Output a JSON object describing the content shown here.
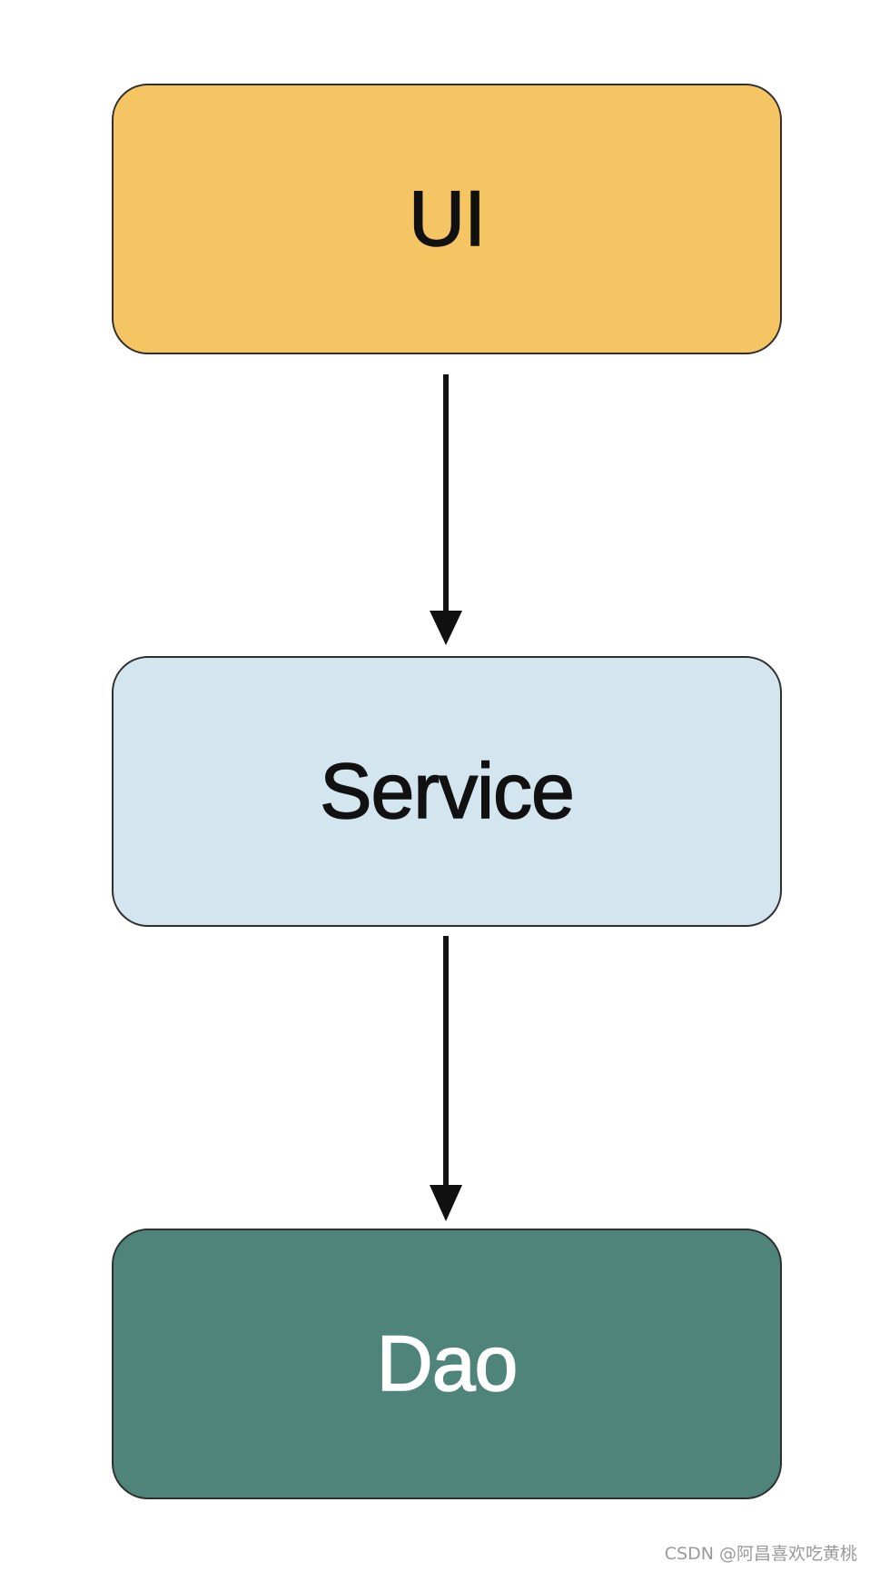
{
  "layers": [
    {
      "id": "ui",
      "label": "UI",
      "fill": "#F6C563",
      "text_color": "#111111"
    },
    {
      "id": "service",
      "label": "Service",
      "fill": "#D3E5EE",
      "text_color": "#111111"
    },
    {
      "id": "dao",
      "label": "Dao",
      "fill": "#4E8479",
      "text_color": "#FFFFFF"
    }
  ],
  "colors": {
    "arrow": "#111111",
    "border": "#2F2F2F",
    "watermark": "#9A9A9A"
  },
  "watermark": "CSDN @阿昌喜欢吃黄桃"
}
